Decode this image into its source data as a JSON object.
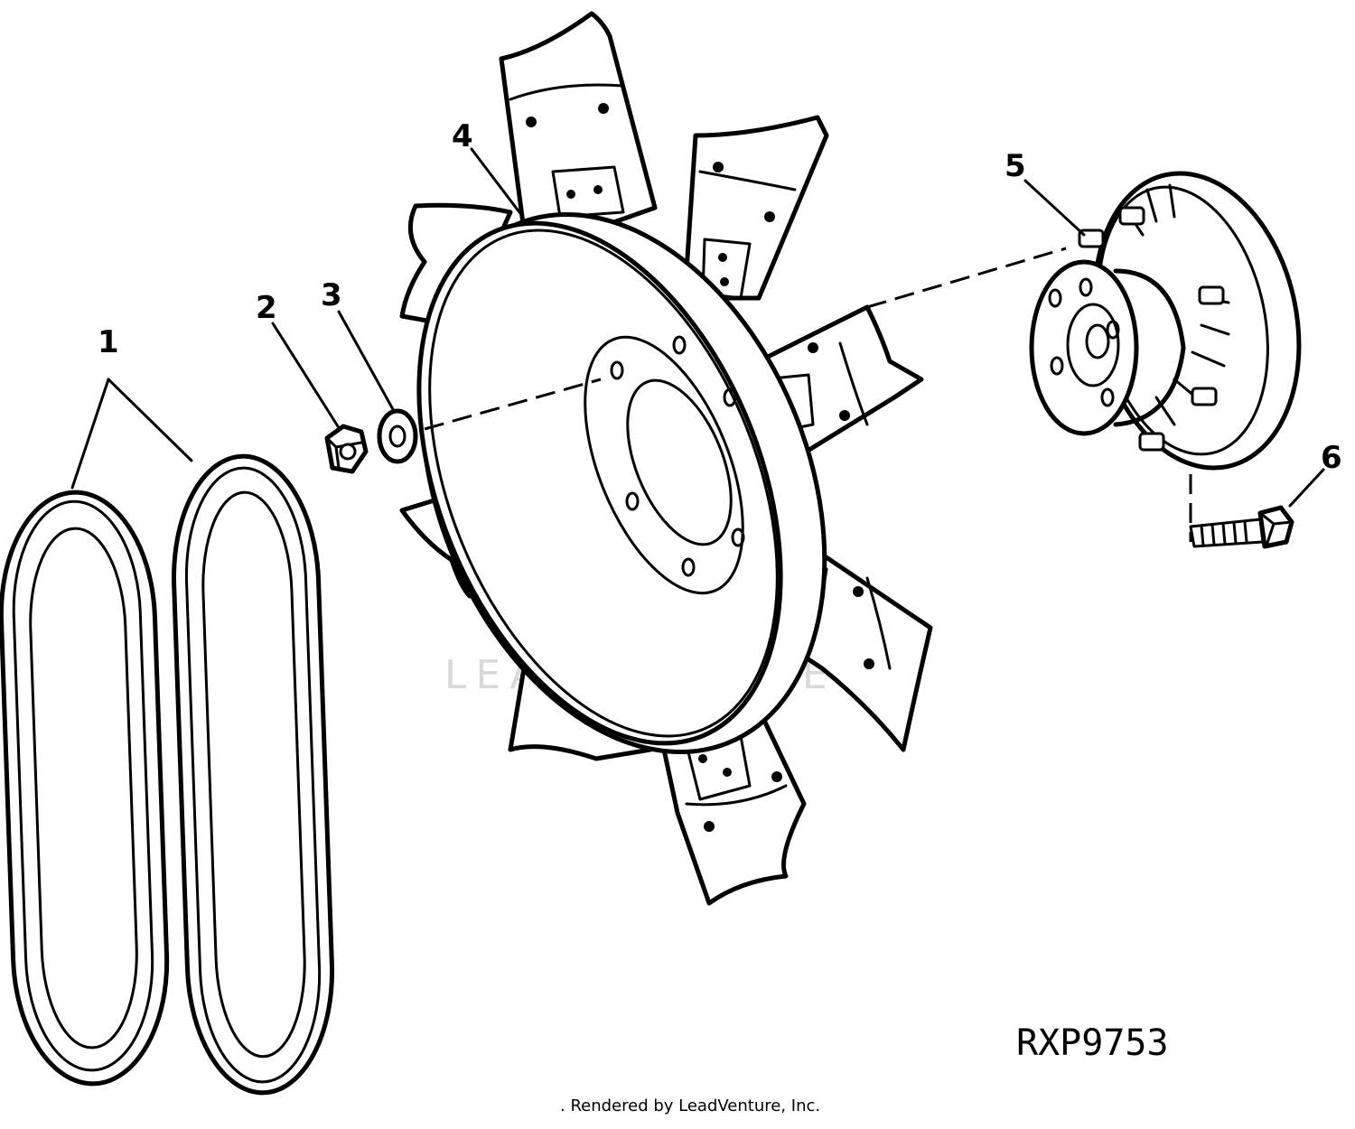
{
  "callouts": [
    {
      "id": "1",
      "label": "1"
    },
    {
      "id": "2",
      "label": "2"
    },
    {
      "id": "3",
      "label": "3"
    },
    {
      "id": "4",
      "label": "4"
    },
    {
      "id": "5",
      "label": "5"
    },
    {
      "id": "6",
      "label": "6"
    }
  ],
  "figure_code": "RXP9753",
  "credit": ". Rendered by LeadVenture, Inc.",
  "watermark": "LEADVENTURE"
}
